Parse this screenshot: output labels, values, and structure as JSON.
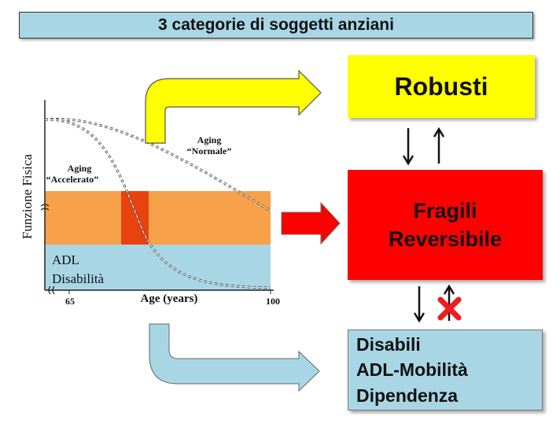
{
  "title": "3 categorie di soggetti anziani",
  "boxes": {
    "robusti": "Robusti",
    "fragili": [
      "Fragili",
      "Reversibile"
    ],
    "disabili": [
      "Disabili",
      "ADL-Mobilità",
      "Dipendenza"
    ]
  },
  "graph": {
    "ylabel": "Funzione Fisica",
    "xlabel": "Age (years)",
    "x_ticks": [
      "65",
      "100"
    ],
    "curve_normal": [
      "Aging",
      "“Normale”"
    ],
    "curve_accelerated": [
      "Aging",
      "“Accelerato”"
    ],
    "disability_band": [
      "ADL",
      "Disabilità"
    ]
  },
  "colors": {
    "title_bg": "#a9d6e5",
    "robusti": "#ffff00",
    "fragili": "#ff0000",
    "disabili": "#a9d6e5",
    "frailty_band": "#f7a24a",
    "frailty_highlight": "#e8420f",
    "arrow_yellow": "#ffff00",
    "arrow_red": "#ff0000",
    "arrow_blue": "#a9d6e5"
  },
  "icons": [
    "arrow-down-icon",
    "arrow-up-icon",
    "cross-mark-icon"
  ]
}
